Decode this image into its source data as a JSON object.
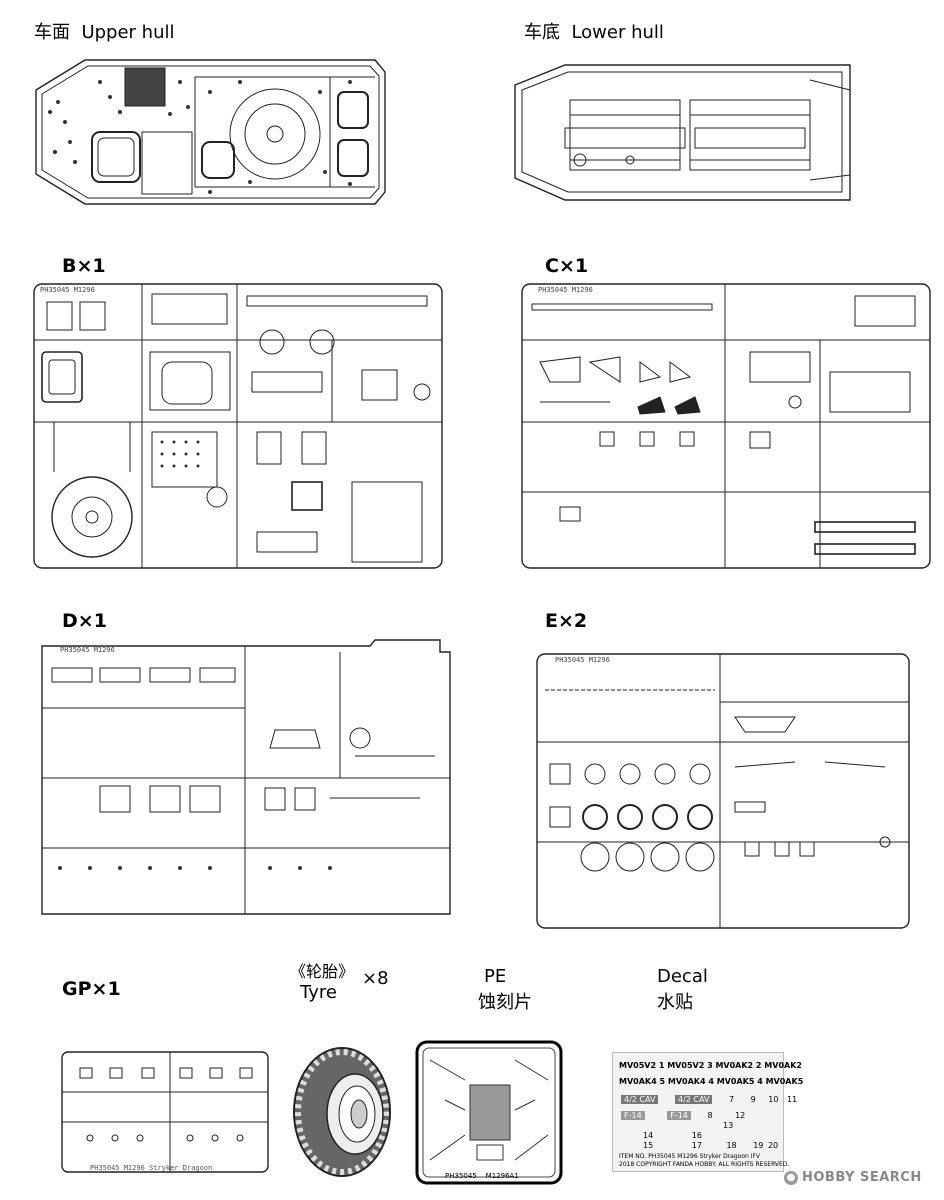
{
  "sections": {
    "upper_hull": {
      "cn": "车面",
      "en": "Upper hull"
    },
    "lower_hull": {
      "cn": "车底",
      "en": "Lower hull"
    },
    "sprue_b": "B×1",
    "sprue_c": "C×1",
    "sprue_d": "D×1",
    "sprue_e": "E×2",
    "sprue_gp": "GP×1",
    "tyre": {
      "cn": "《轮胎》",
      "en": "Tyre",
      "qty": "×8"
    },
    "pe": {
      "en": "PE",
      "cn": "蚀刻片"
    },
    "decal": {
      "en": "Decal",
      "cn": "水贴"
    }
  },
  "sprue_codes": {
    "b": "PH35045 M1296",
    "c": "PH35045 M1296",
    "d": "PH35045 M1296",
    "e": "PH35045 M1296",
    "gp": "PH35045  M1296 Stryker Dragoon"
  },
  "pe_sheet": {
    "code": "PH35045",
    "model": "M1296A1"
  },
  "decal_sheet": {
    "rows": [
      [
        "MV05V2",
        "1",
        "MV05V2",
        "3",
        "MV0AK2",
        "2",
        "MV0AK2"
      ],
      [
        "MV0AK4",
        "5",
        "MV0AK4",
        "4",
        "MV0AK5",
        "4",
        "MV0AK5"
      ]
    ],
    "small_labels": [
      "4/2 CAV",
      "4/2 CAV",
      "F-14",
      "F-14"
    ],
    "numbers": [
      "7",
      "9",
      "10",
      "11",
      "12",
      "13",
      "8",
      "14",
      "15",
      "16",
      "17",
      "18",
      "19",
      "20"
    ],
    "footer": [
      "ITEM NO. PH35045     M1296 Stryker Dragoon IFV",
      "2018 COPYRIGHT FANDA HOBBY. ALL RIGHTS RESERVED."
    ]
  },
  "watermark": "HOBBY SEARCH"
}
